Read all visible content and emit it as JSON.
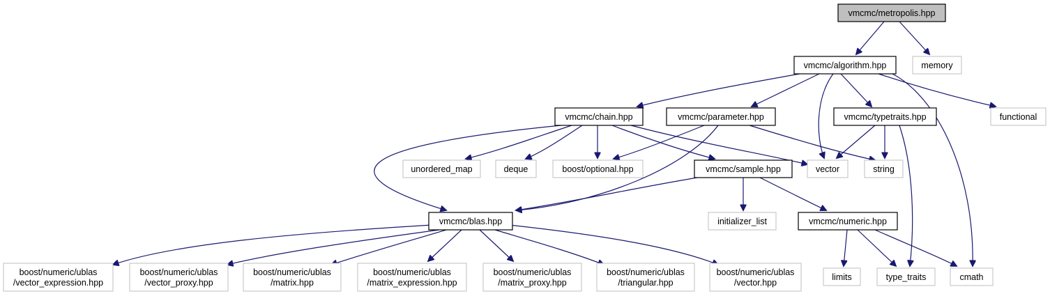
{
  "graph": {
    "nodes": [
      {
        "id": "metropolis",
        "lines": [
          "vmcmc/metropolis.hpp"
        ],
        "kind": "root"
      },
      {
        "id": "algorithm",
        "lines": [
          "vmcmc/algorithm.hpp"
        ],
        "kind": "local"
      },
      {
        "id": "memory",
        "lines": [
          "memory"
        ],
        "kind": "external"
      },
      {
        "id": "chain",
        "lines": [
          "vmcmc/chain.hpp"
        ],
        "kind": "local"
      },
      {
        "id": "parameter",
        "lines": [
          "vmcmc/parameter.hpp"
        ],
        "kind": "local"
      },
      {
        "id": "typetraits",
        "lines": [
          "vmcmc/typetraits.hpp"
        ],
        "kind": "local"
      },
      {
        "id": "functional",
        "lines": [
          "functional"
        ],
        "kind": "external"
      },
      {
        "id": "unordered_map",
        "lines": [
          "unordered_map"
        ],
        "kind": "external"
      },
      {
        "id": "deque",
        "lines": [
          "deque"
        ],
        "kind": "external"
      },
      {
        "id": "boost_optional",
        "lines": [
          "boost/optional.hpp"
        ],
        "kind": "external"
      },
      {
        "id": "sample",
        "lines": [
          "vmcmc/sample.hpp"
        ],
        "kind": "local"
      },
      {
        "id": "vector",
        "lines": [
          "vector"
        ],
        "kind": "external"
      },
      {
        "id": "string",
        "lines": [
          "string"
        ],
        "kind": "external"
      },
      {
        "id": "blas",
        "lines": [
          "vmcmc/blas.hpp"
        ],
        "kind": "local"
      },
      {
        "id": "initializer_list",
        "lines": [
          "initializer_list"
        ],
        "kind": "external"
      },
      {
        "id": "numeric",
        "lines": [
          "vmcmc/numeric.hpp"
        ],
        "kind": "local"
      },
      {
        "id": "ublas_vector_expression",
        "lines": [
          "boost/numeric/ublas",
          "/vector_expression.hpp"
        ],
        "kind": "external"
      },
      {
        "id": "ublas_vector_proxy",
        "lines": [
          "boost/numeric/ublas",
          "/vector_proxy.hpp"
        ],
        "kind": "external"
      },
      {
        "id": "ublas_matrix",
        "lines": [
          "boost/numeric/ublas",
          "/matrix.hpp"
        ],
        "kind": "external"
      },
      {
        "id": "ublas_matrix_expression",
        "lines": [
          "boost/numeric/ublas",
          "/matrix_expression.hpp"
        ],
        "kind": "external"
      },
      {
        "id": "ublas_matrix_proxy",
        "lines": [
          "boost/numeric/ublas",
          "/matrix_proxy.hpp"
        ],
        "kind": "external"
      },
      {
        "id": "ublas_triangular",
        "lines": [
          "boost/numeric/ublas",
          "/triangular.hpp"
        ],
        "kind": "external"
      },
      {
        "id": "ublas_vector",
        "lines": [
          "boost/numeric/ublas",
          "/vector.hpp"
        ],
        "kind": "external"
      },
      {
        "id": "limits",
        "lines": [
          "limits"
        ],
        "kind": "external"
      },
      {
        "id": "type_traits",
        "lines": [
          "type_traits"
        ],
        "kind": "external"
      },
      {
        "id": "cmath",
        "lines": [
          "cmath"
        ],
        "kind": "external"
      }
    ],
    "edges": [
      [
        "metropolis",
        "algorithm"
      ],
      [
        "metropolis",
        "memory"
      ],
      [
        "algorithm",
        "chain"
      ],
      [
        "algorithm",
        "parameter"
      ],
      [
        "algorithm",
        "typetraits"
      ],
      [
        "algorithm",
        "functional"
      ],
      [
        "algorithm",
        "vector"
      ],
      [
        "algorithm",
        "cmath"
      ],
      [
        "chain",
        "unordered_map"
      ],
      [
        "chain",
        "deque"
      ],
      [
        "chain",
        "boost_optional"
      ],
      [
        "chain",
        "sample"
      ],
      [
        "chain",
        "vector"
      ],
      [
        "chain",
        "blas"
      ],
      [
        "parameter",
        "boost_optional"
      ],
      [
        "parameter",
        "string"
      ],
      [
        "parameter",
        "blas"
      ],
      [
        "typetraits",
        "vector"
      ],
      [
        "typetraits",
        "string"
      ],
      [
        "typetraits",
        "type_traits"
      ],
      [
        "sample",
        "blas"
      ],
      [
        "sample",
        "initializer_list"
      ],
      [
        "sample",
        "numeric"
      ],
      [
        "blas",
        "ublas_vector_expression"
      ],
      [
        "blas",
        "ublas_vector_proxy"
      ],
      [
        "blas",
        "ublas_matrix"
      ],
      [
        "blas",
        "ublas_matrix_expression"
      ],
      [
        "blas",
        "ublas_matrix_proxy"
      ],
      [
        "blas",
        "ublas_triangular"
      ],
      [
        "blas",
        "ublas_vector"
      ],
      [
        "numeric",
        "limits"
      ],
      [
        "numeric",
        "type_traits"
      ],
      [
        "numeric",
        "cmath"
      ]
    ]
  }
}
